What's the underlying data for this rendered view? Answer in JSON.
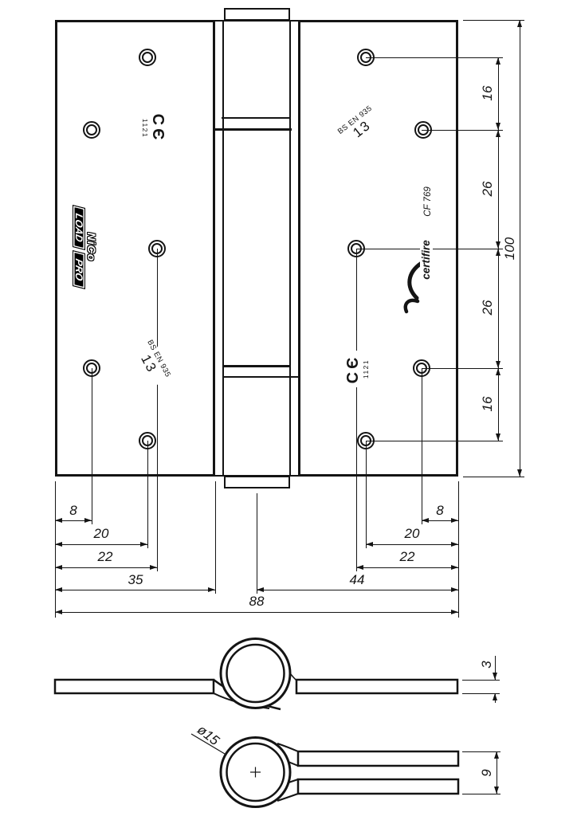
{
  "front_view": {
    "brand": {
      "name": "NiCo",
      "load": "LOAD",
      "pro": "PRO"
    },
    "ce_left": {
      "mark": "CЄ",
      "body": "1121"
    },
    "ce_right": {
      "mark": "CЄ",
      "body": "1121"
    },
    "grade_left": {
      "standard": "BS EN 935",
      "grade": "13"
    },
    "grade_right": {
      "standard": "BS EN 935",
      "grade": "13"
    },
    "certifire": {
      "name": "certifire",
      "number": "CF 769"
    }
  },
  "dimensions": {
    "chain_right": [
      "16",
      "26",
      "26",
      "16"
    ],
    "height": "100",
    "left": [
      "8",
      "20",
      "22",
      "35"
    ],
    "right": [
      "8",
      "20",
      "22",
      "44"
    ],
    "width": "88",
    "thickness": "3",
    "stack": "9",
    "knuckle_dia": "ø15"
  }
}
